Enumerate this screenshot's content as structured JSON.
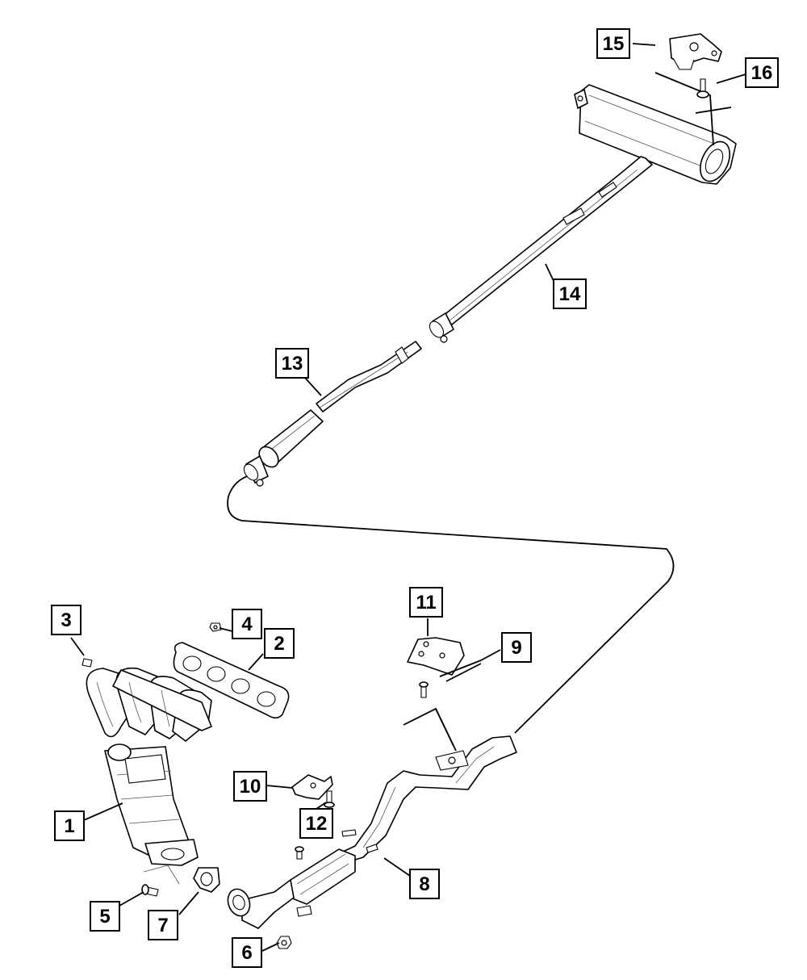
{
  "diagram": {
    "callouts": [
      {
        "id": "1",
        "label": "1",
        "part": "exhaust manifold with catalytic converter"
      },
      {
        "id": "2",
        "label": "2",
        "part": "exhaust manifold gasket"
      },
      {
        "id": "3",
        "label": "3",
        "part": "bolt"
      },
      {
        "id": "4",
        "label": "4",
        "part": "nut"
      },
      {
        "id": "5",
        "label": "5",
        "part": "bolt"
      },
      {
        "id": "6",
        "label": "6",
        "part": "nut"
      },
      {
        "id": "7",
        "label": "7",
        "part": "gasket"
      },
      {
        "id": "8",
        "label": "8",
        "part": "front exhaust pipe with converter"
      },
      {
        "id": "9",
        "label": "9",
        "part": "isolator"
      },
      {
        "id": "10",
        "label": "10",
        "part": "bracket"
      },
      {
        "id": "11",
        "label": "11",
        "part": "bracket"
      },
      {
        "id": "12",
        "label": "12",
        "part": "bolt"
      },
      {
        "id": "13",
        "label": "13",
        "part": "resonator pipe"
      },
      {
        "id": "14",
        "label": "14",
        "part": "muffler and tailpipe"
      },
      {
        "id": "15",
        "label": "15",
        "part": "hanger"
      },
      {
        "id": "16",
        "label": "16",
        "part": "bolt"
      }
    ]
  }
}
